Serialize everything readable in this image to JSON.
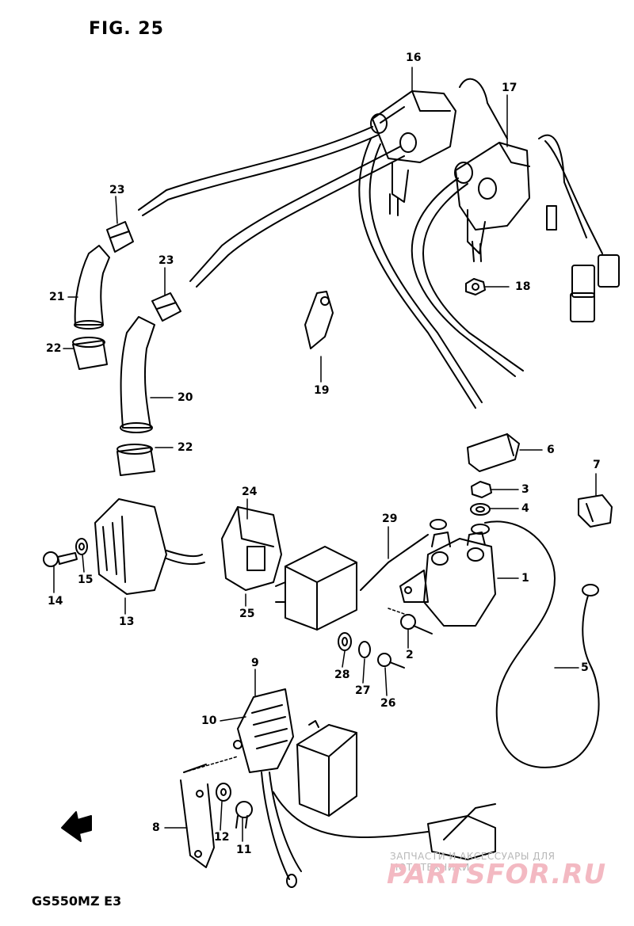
{
  "figure": {
    "title": "FIG. 25",
    "model": "GS550MZ  E3"
  },
  "watermark": {
    "subtitle": "ЗАПЧАСТИ И АКСЕССУАРЫ ДЛЯ МОТОТЕХНИКИ",
    "brand": "PARTSFOR.RU"
  },
  "labels": {
    "p1": "1",
    "p2": "2",
    "p3": "3",
    "p4": "4",
    "p5": "5",
    "p6": "6",
    "p7": "7",
    "p8": "8",
    "p9": "9",
    "p10": "10",
    "p11": "11",
    "p12": "12",
    "p13": "13",
    "p14": "14",
    "p15": "15",
    "p16": "16",
    "p17": "17",
    "p18": "18",
    "p19": "19",
    "p20": "20",
    "p21": "21",
    "p22a": "22",
    "p22b": "22",
    "p23a": "23",
    "p23b": "23",
    "p24": "24",
    "p25": "25",
    "p26": "26",
    "p27": "27",
    "p28": "28",
    "p29": "29"
  }
}
